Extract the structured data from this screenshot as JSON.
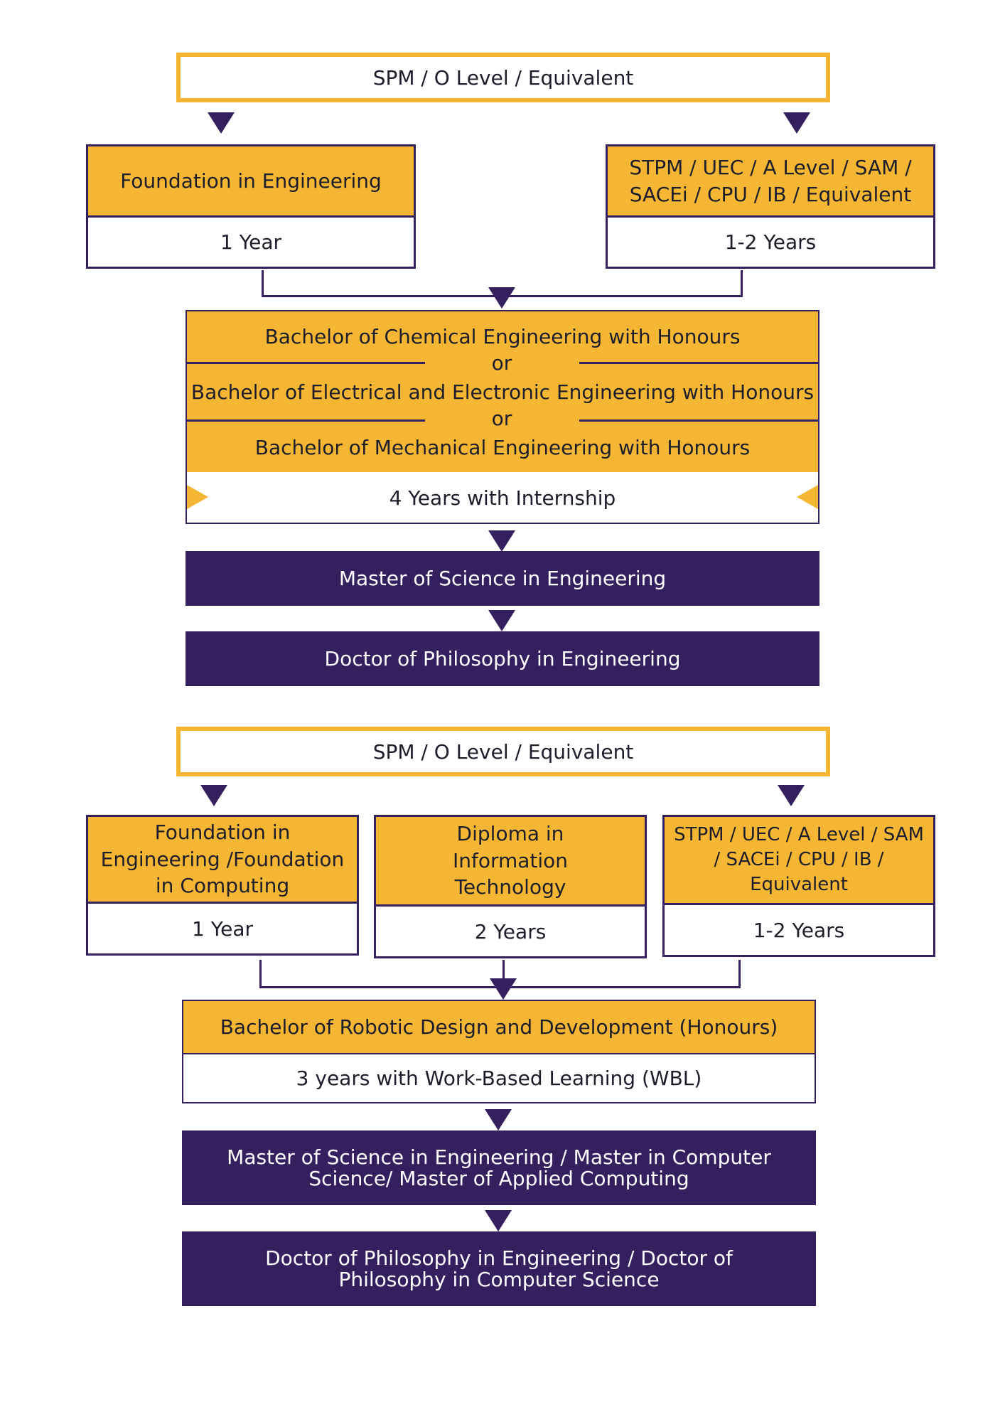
{
  "engineering": {
    "entry": "SPM / O Level / Equivalent",
    "path_left": {
      "title": "Foundation in Engineering",
      "duration": "1 Year"
    },
    "path_right": {
      "title": "STPM / UEC / A Level / SAM / SACEi / CPU / IB / Equivalent",
      "duration": "1-2 Years"
    },
    "bachelor": {
      "options": [
        "Bachelor of Chemical Engineering with Honours",
        "Bachelor of Electrical and Electronic Engineering with Honours",
        "Bachelor of Mechanical Engineering with Honours"
      ],
      "separator": "or",
      "duration": "4 Years with Internship"
    },
    "master": "Master of Science in Engineering",
    "doctor": "Doctor of Philosophy in Engineering"
  },
  "robotics": {
    "entry": "SPM / O Level / Equivalent",
    "path_left": {
      "title": "Foundation in Engineering /Foundation in Computing",
      "duration": "1 Year"
    },
    "path_middle": {
      "title": "Diploma in Information Technology",
      "duration": "2 Years"
    },
    "path_right": {
      "title": "STPM / UEC / A Level / SAM / SACEi / CPU / IB / Equivalent",
      "duration": "1-2 Years"
    },
    "bachelor": {
      "title": "Bachelor of Robotic Design and Development (Honours)",
      "duration": "3 years with Work-Based Learning (WBL)"
    },
    "master": "Master of Science in Engineering / Master in Computer Science/ Master of Applied Computing",
    "doctor": "Doctor of Philosophy in Engineering / Doctor of Philosophy in Computer Science"
  },
  "colors": {
    "gold": "#f5b733",
    "purple": "#34205f",
    "white": "#ffffff"
  }
}
